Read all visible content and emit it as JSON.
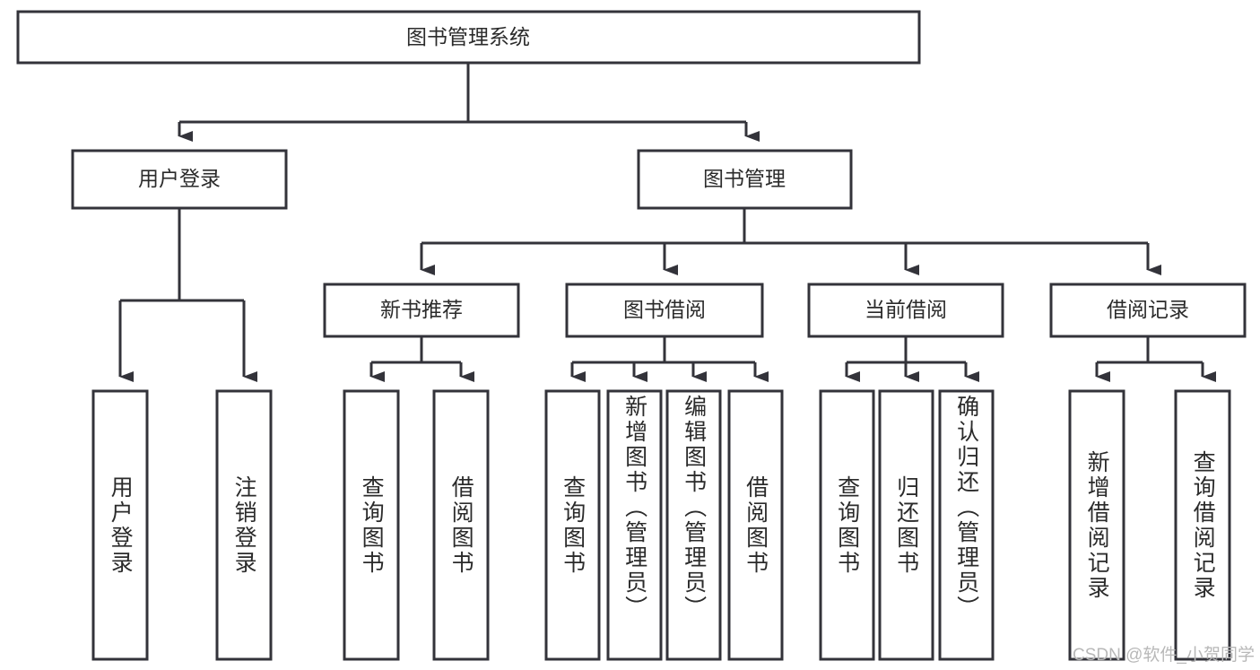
{
  "diagram": {
    "title": "图书管理系统",
    "type": "tree",
    "root": {
      "id": "root",
      "label": "图书管理系统"
    },
    "level2": [
      {
        "id": "user-login",
        "label": "用户登录"
      },
      {
        "id": "book-manage",
        "label": "图书管理"
      }
    ],
    "level3": [
      {
        "id": "new-book-rec",
        "label": "新书推荐",
        "parent": "book-manage"
      },
      {
        "id": "book-borrow",
        "label": "图书借阅",
        "parent": "book-manage"
      },
      {
        "id": "current-borrow",
        "label": "当前借阅",
        "parent": "book-manage"
      },
      {
        "id": "borrow-record",
        "label": "借阅记录",
        "parent": "book-manage"
      }
    ],
    "leaves": {
      "user-login": [
        {
          "id": "leaf-user-login",
          "label": "用户登录"
        },
        {
          "id": "leaf-logout",
          "label": "注销登录"
        }
      ],
      "new-book-rec": [
        {
          "id": "leaf-query-book-1",
          "label": "查询图书"
        },
        {
          "id": "leaf-borrow-book-1",
          "label": "借阅图书"
        }
      ],
      "book-borrow": [
        {
          "id": "leaf-query-book-2",
          "label": "查询图书"
        },
        {
          "id": "leaf-add-book",
          "label": "新增图书（管理员）"
        },
        {
          "id": "leaf-edit-book",
          "label": "编辑图书（管理员）"
        },
        {
          "id": "leaf-borrow-book-2",
          "label": "借阅图书"
        }
      ],
      "current-borrow": [
        {
          "id": "leaf-query-book-3",
          "label": "查询图书"
        },
        {
          "id": "leaf-return-book",
          "label": "归还图书"
        },
        {
          "id": "leaf-confirm-return",
          "label": "确认归还（管理员）"
        }
      ],
      "borrow-record": [
        {
          "id": "leaf-add-record",
          "label": "新增借阅记录"
        },
        {
          "id": "leaf-query-record",
          "label": "查询借阅记录"
        }
      ]
    }
  },
  "watermark": {
    "text": "CSDN @软件_小贺同学"
  },
  "colors": {
    "stroke": "#33333a",
    "fill": "#ffffff",
    "text": "#2b2b2b",
    "watermark": "#b8b8b8"
  }
}
